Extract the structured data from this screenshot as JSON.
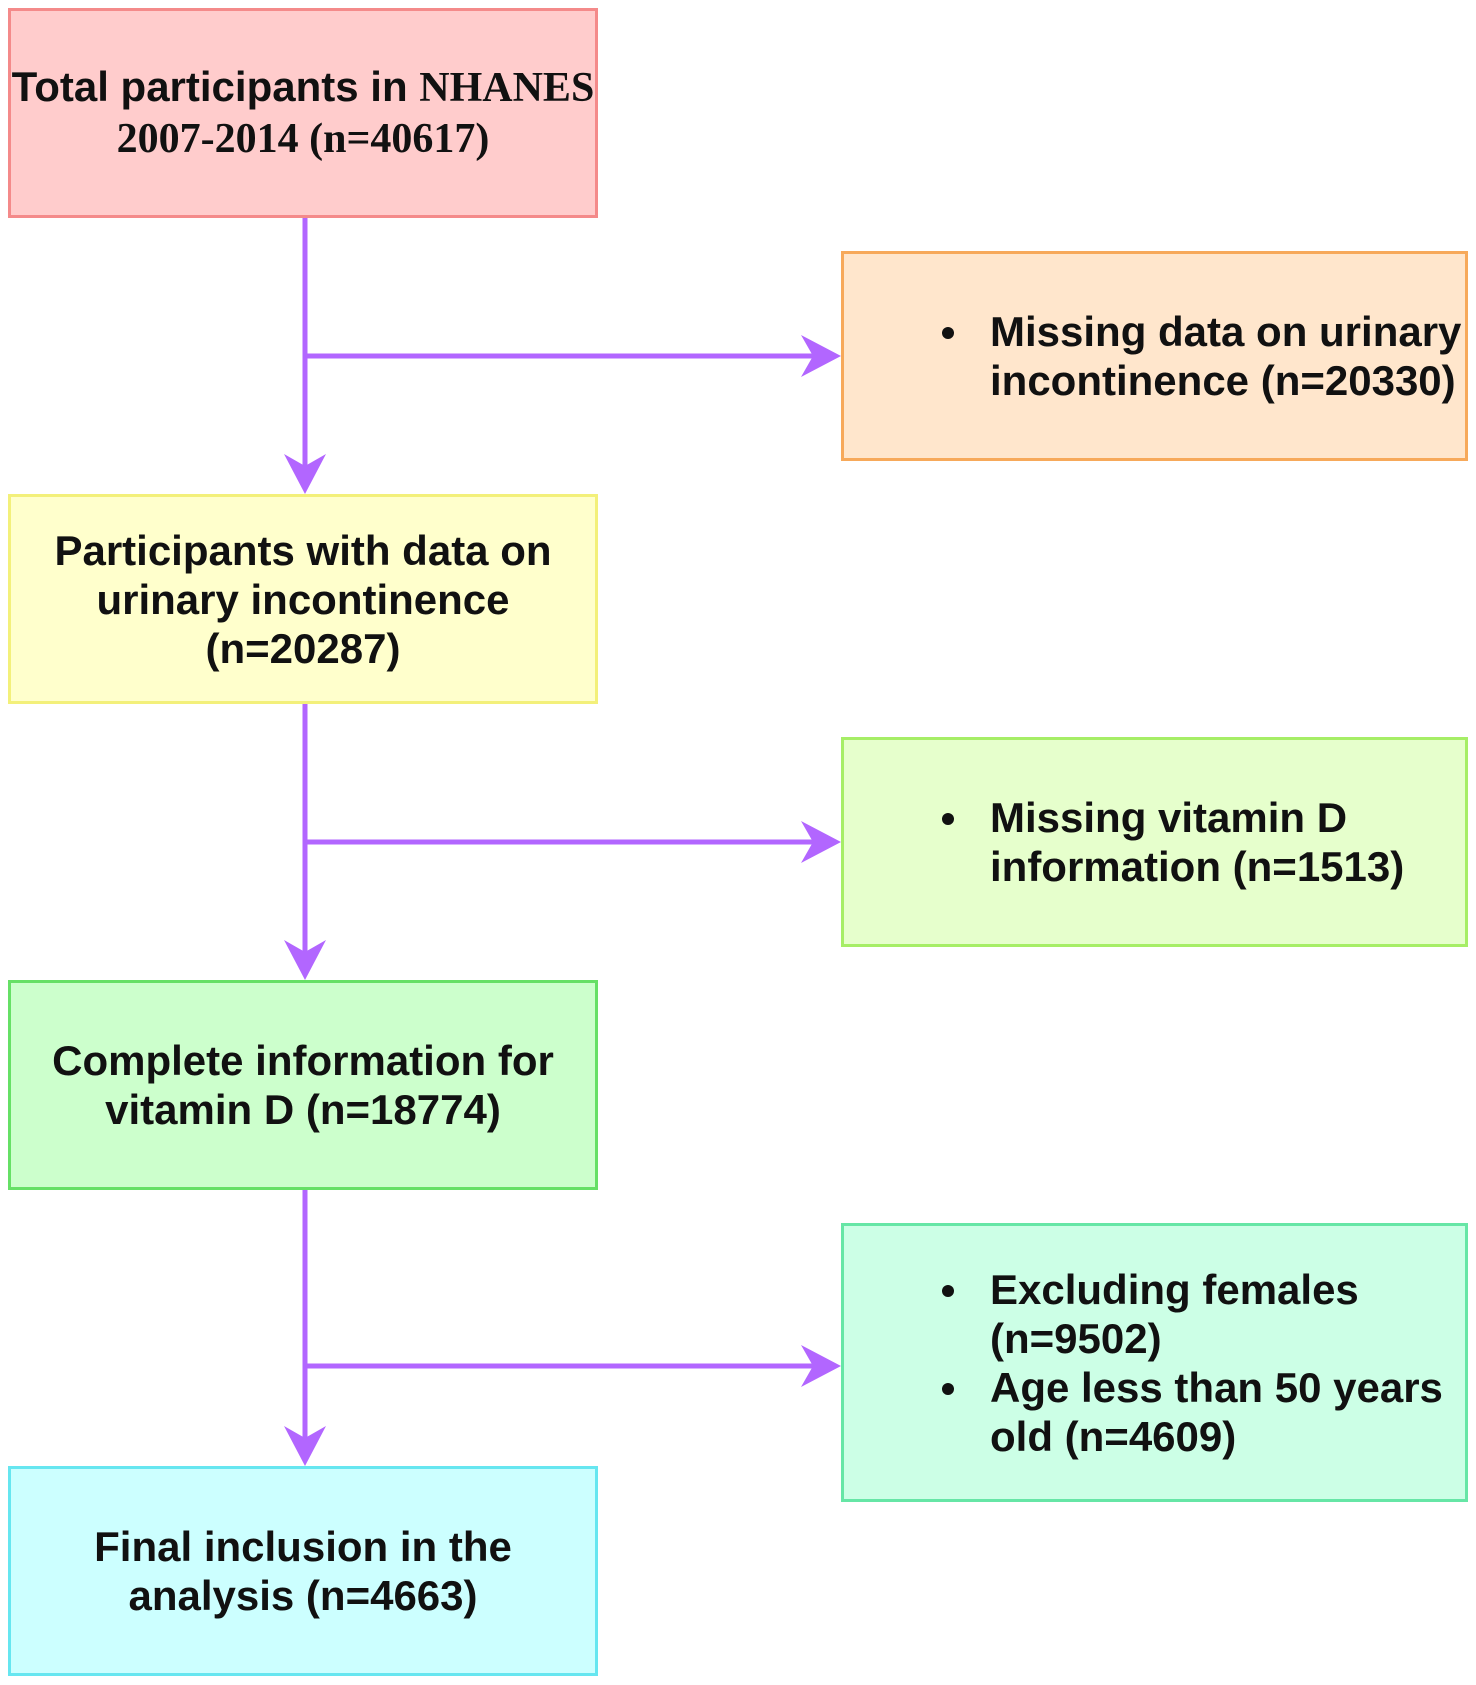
{
  "diagram": {
    "boxes": {
      "total": {
        "line1_sans": "Total participants in ",
        "line1_serif": "NHANES",
        "line2": "2007-2014 (n=40617)",
        "fill": "#ffcccc",
        "border": "#f48a8a"
      },
      "with_data": {
        "lines": [
          "Participants with data on",
          "urinary incontinence",
          "(n=20287)"
        ],
        "fill": "#ffffcc",
        "border": "#f3f07a"
      },
      "complete": {
        "lines": [
          "Complete information for",
          "vitamin D (n=18774)"
        ],
        "fill": "#ccffcc",
        "border": "#66e066"
      },
      "final": {
        "lines": [
          "Final inclusion in the",
          "analysis (n=4663)"
        ],
        "fill": "#ccffff",
        "border": "#66e6f0"
      }
    },
    "exclusions": [
      {
        "items": [
          [
            "Missing data on urinary",
            "incontinence (n=20330)"
          ]
        ],
        "fill": "#ffe6cc",
        "border": "#f7a95a"
      },
      {
        "items": [
          [
            "Missing vitamin D",
            "information (n=1513)"
          ]
        ],
        "fill": "#e6ffcc",
        "border": "#a6ee66"
      },
      {
        "items": [
          [
            "Excluding females",
            "(n=9502)"
          ],
          [
            "Age less than 50 years",
            "old (n=4609)"
          ]
        ],
        "fill": "#ccffe6",
        "border": "#66e6a6"
      }
    ],
    "arrow_color": "#b266ff"
  }
}
